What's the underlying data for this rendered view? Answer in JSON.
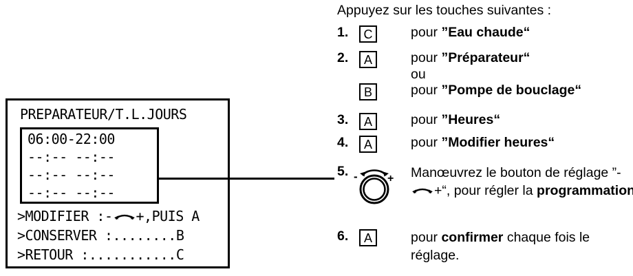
{
  "display": {
    "title": "PREPARATEUR/T.L.JOURS",
    "schedule_rows": [
      "06:00-22:00",
      "--:-- --:--",
      "--:-- --:--",
      "--:-- --:--"
    ],
    "menu_rows": [
      {
        "prefix": ">MODIFIER :-",
        "icon": "knob-arrow-icon",
        "suffix": "+,PUIS A"
      },
      {
        "prefix": ">CONSERVER :........B",
        "icon": "",
        "suffix": ""
      },
      {
        "prefix": ">RETOUR :...........C",
        "icon": "",
        "suffix": ""
      }
    ]
  },
  "instructions": {
    "title": "Appuyez sur les touches suivantes :",
    "steps": [
      {
        "num": "1.",
        "key": "C",
        "pour": "pour ",
        "target": "”Eau chaude“"
      },
      {
        "num": "2.",
        "key": "A",
        "pour": "pour ",
        "target": "”Préparateur“"
      },
      {
        "num": "",
        "key": "",
        "pour": "ou",
        "target": ""
      },
      {
        "num": "",
        "key": "B",
        "pour": "pour ",
        "target": "”Pompe de bouclage“"
      },
      {
        "num": "3.",
        "key": "A",
        "pour": "pour ",
        "target": "”Heures“"
      },
      {
        "num": "4.",
        "key": "A",
        "pour": "pour ",
        "target": "”Modifier heures“"
      },
      {
        "num": "5.",
        "key": "knob",
        "text_a": "Manœuvrez le bouton de réglage ”-",
        "text_b": "+“, pour régler la ",
        "text_c": "programmation"
      },
      {
        "num": "6.",
        "key": "A",
        "text_a": "pour ",
        "text_b": "confirmer",
        "text_c": " chaque fois le réglage."
      }
    ],
    "knob_minus": "-",
    "knob_plus": "+"
  },
  "colors": {
    "ink": "#000000",
    "paper": "#ffffff"
  }
}
